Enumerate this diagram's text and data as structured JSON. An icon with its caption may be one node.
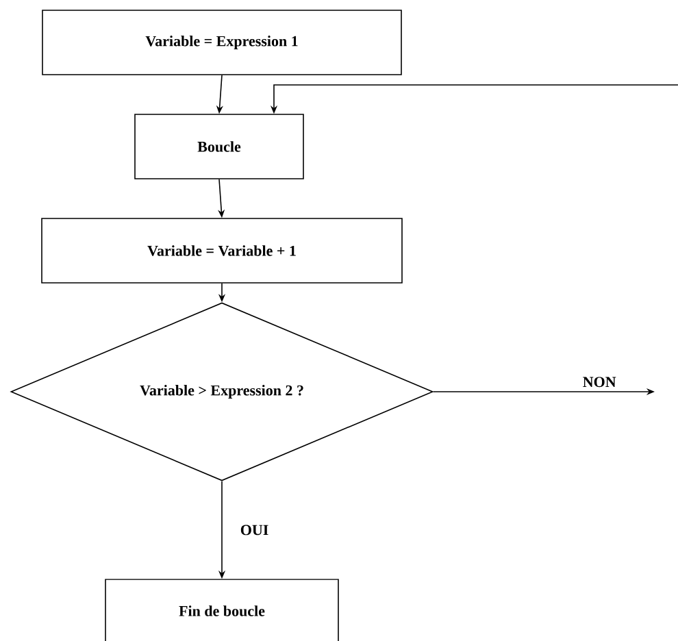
{
  "diagram": {
    "nodes": [
      {
        "text": [
          "Variable = Expression 1"
        ]
      },
      {
        "text": [
          "Boucle"
        ]
      },
      {
        "text": [
          "Variable = Variable + 1"
        ]
      },
      {
        "text": [
          "Variable > Expression 2 ?"
        ]
      },
      {
        "text": [
          "Fin de boucle"
        ]
      }
    ],
    "edges": [
      {
        "from": 0,
        "to": 1,
        "arrow": "to"
      },
      {
        "from": null,
        "to": 1,
        "arrow": "to"
      },
      {
        "from": 1,
        "to": 2,
        "arrow": "to"
      },
      {
        "from": 2,
        "to": 3,
        "arrow": "to"
      },
      {
        "from": 3,
        "to": null,
        "arrow": "to",
        "label": "NON"
      },
      {
        "from": 3,
        "to": 4,
        "arrow": "to",
        "label": "OUI"
      }
    ]
  }
}
